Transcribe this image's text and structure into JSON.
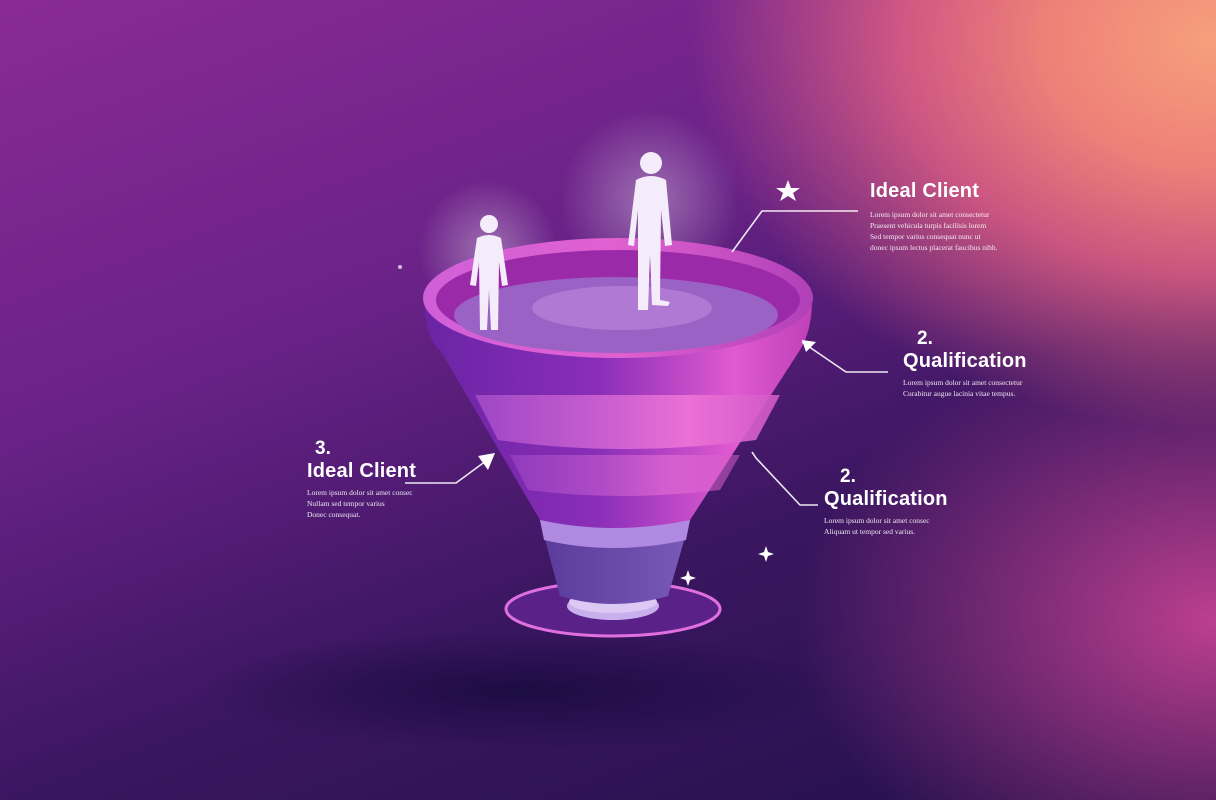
{
  "illustration": {
    "subject": "sales funnel with people figures on top",
    "colors": {
      "bg_top_right": "#f6a07c",
      "bg_left": "#6a2288",
      "bg_bottom_left": "#22104a",
      "funnel_pink": "#e05ad0",
      "funnel_purple": "#7a2aa8",
      "funnel_neck": "#6a4aa8",
      "accent_line": "#ffffff"
    }
  },
  "callouts": [
    {
      "id": "top-right",
      "number": "",
      "icon": "star-icon",
      "title": "Ideal Client",
      "body": [
        "Lorem ipsum dolor sit amet consectetur",
        "Praesent vehicula turpis facilisis lorem",
        "Sed tempor varius consequat nunc ut",
        "donec ipsum lectus placerat faucibus nibh."
      ]
    },
    {
      "id": "right-upper",
      "number": "2.",
      "title": "Qualification",
      "body": [
        "Lorem ipsum dolor sit amet consectetur",
        "Curabitur augue lacinia vitae tempus."
      ]
    },
    {
      "id": "left",
      "number": "3.",
      "title": "Ideal Client",
      "body": [
        "Lorem ipsum dolor sit amet consec",
        "Nullam sed tempor varius",
        "Donec consequat."
      ]
    },
    {
      "id": "right-lower",
      "number": "2.",
      "title": "Qualification",
      "body": [
        "Lorem ipsum dolor sit amet consec",
        "Aliquam ut tempor sed varius."
      ]
    }
  ]
}
